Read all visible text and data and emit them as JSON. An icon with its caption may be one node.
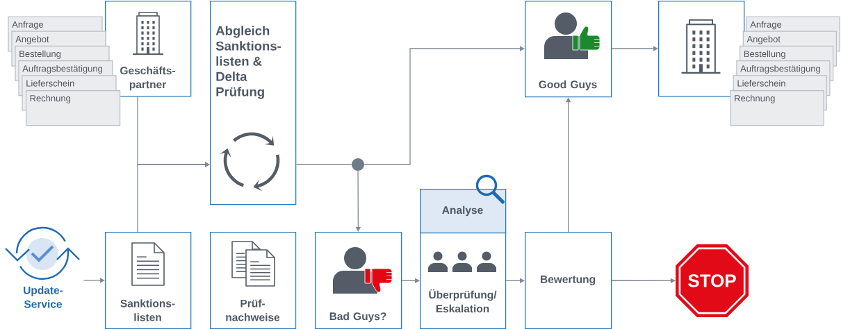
{
  "diagram": {
    "nodes": [
      {
        "text": [
          "Geschäfts- partner"
        ]
      },
      {
        "text": [
          "Anfrage"
        ]
      },
      {
        "text": [
          "Angebot"
        ]
      },
      {
        "text": [
          "Bestellung"
        ]
      },
      {
        "text": [
          "Auftragsbestätigung"
        ]
      },
      {
        "text": [
          "Lieferschein"
        ]
      },
      {
        "text": [
          "Rechnung"
        ]
      },
      {
        "text": [
          "Abgleich Sanktions- listen & Delta Prüfung"
        ]
      },
      {
        "text": [],
        "shape": "circle"
      },
      {
        "text": [
          "Good Guys"
        ]
      },
      {
        "text": [],
        "shape": "box"
      },
      {
        "text": [
          "Anfrage"
        ]
      },
      {
        "text": [
          "Angebot"
        ]
      },
      {
        "text": [
          "Bestellung"
        ]
      },
      {
        "text": [
          "Auftragsbestätigung"
        ]
      },
      {
        "text": [
          "Lieferschein"
        ]
      },
      {
        "text": [
          "Rechnung"
        ]
      },
      {
        "text": [
          "Update- Service"
        ]
      },
      {
        "text": [
          "Sanktions- listen"
        ]
      },
      {
        "text": [
          "Prüf- nachweise"
        ]
      },
      {
        "text": [
          "Bad Guys?"
        ]
      },
      {
        "text": [
          "Analyse"
        ]
      },
      {
        "text": [
          "Überprüfung/ Eskalation"
        ]
      },
      {
        "text": [
          "Bewertung"
        ]
      },
      {
        "text": [
          "STOP"
        ]
      }
    ],
    "edges": [
      {
        "from": 0,
        "to": 7,
        "arrow": "to"
      },
      {
        "from": 18,
        "to": 7,
        "arrow": "to"
      },
      {
        "from": 7,
        "to": 8,
        "arrow": "none"
      },
      {
        "from": 8,
        "to": 9,
        "arrow": "to"
      },
      {
        "from": 8,
        "to": 20,
        "arrow": "to"
      },
      {
        "from": 9,
        "to": 10,
        "arrow": "to"
      },
      {
        "from": 17,
        "to": 18,
        "arrow": "to"
      },
      {
        "from": 20,
        "to": 22,
        "arrow": "to"
      },
      {
        "from": 22,
        "to": 23,
        "arrow": "to"
      },
      {
        "from": 23,
        "to": 9,
        "arrow": "to"
      },
      {
        "from": 23,
        "to": 24,
        "arrow": "to"
      }
    ]
  }
}
